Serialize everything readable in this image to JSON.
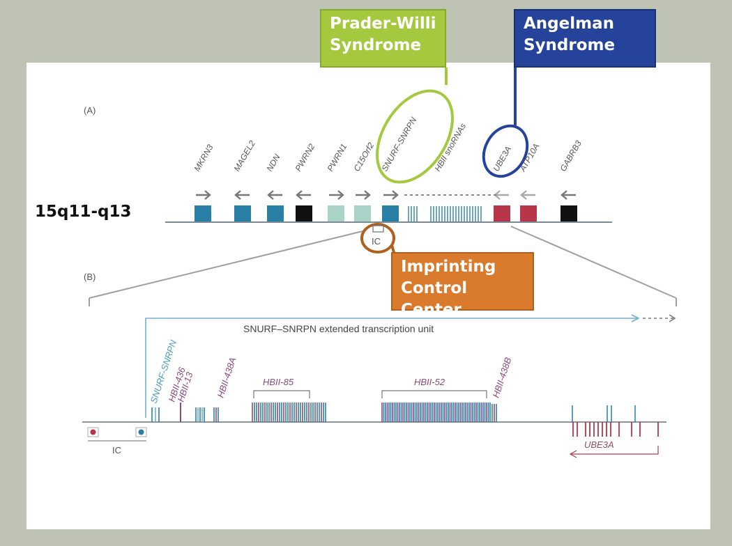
{
  "callouts": {
    "prader_willi": "Prader-Willi\nSyndrome",
    "angelman": "Angelman\nSyndrome",
    "imprinting_center": "Imprinting\nControl Center"
  },
  "locus_label": "15q11-q13",
  "panel_a": {
    "label": "(A)",
    "genes": [
      {
        "name": "MKRN3",
        "arrow": "right",
        "color": "#2a7fa6"
      },
      {
        "name": "MAGEL2",
        "arrow": "left",
        "color": "#2a7fa6"
      },
      {
        "name": "NDN",
        "arrow": "left",
        "color": "#2a7fa6"
      },
      {
        "name": "PWRN2",
        "arrow": "left",
        "color": "#111111"
      },
      {
        "name": "PWRN1",
        "arrow": "right",
        "color": "#a9d3c7"
      },
      {
        "name": "C15Orf2",
        "arrow": "right",
        "color": "#a9d3c7"
      },
      {
        "name": "SNURF-SNRPN",
        "arrow": "right",
        "color": "#2a7fa6"
      },
      {
        "name": "HBII snoRNAs",
        "arrow": "",
        "color": ""
      },
      {
        "name": "UBE3A",
        "arrow": "left-light",
        "color": "#b8364a"
      },
      {
        "name": "ATP10A",
        "arrow": "left-light",
        "color": "#b8364a"
      },
      {
        "name": "GABRB3",
        "arrow": "left",
        "color": "#111111"
      }
    ],
    "ic_label": "IC"
  },
  "panel_b": {
    "label": "(B)",
    "transcription_unit": "SNURF–SNRPN extended transcription unit",
    "labels": {
      "snurf": "SNURF-SNRPN",
      "hbii436": "HBII-436",
      "hbii13": "HBII-13",
      "hbii438a": "HBII-438A",
      "hbii85": "HBII-85",
      "hbii52": "HBII-52",
      "hbii438b": "HBII-438B",
      "ube3a": "UBE3A",
      "ic": "IC"
    }
  },
  "colors": {
    "pw_green": "#a5c93e",
    "as_blue": "#26439b",
    "ic_orange": "#d97a2c",
    "snorna_blue": "#2a7fa6",
    "snorna_purple": "#8b4a7a",
    "ube3a_red": "#b8364a"
  }
}
